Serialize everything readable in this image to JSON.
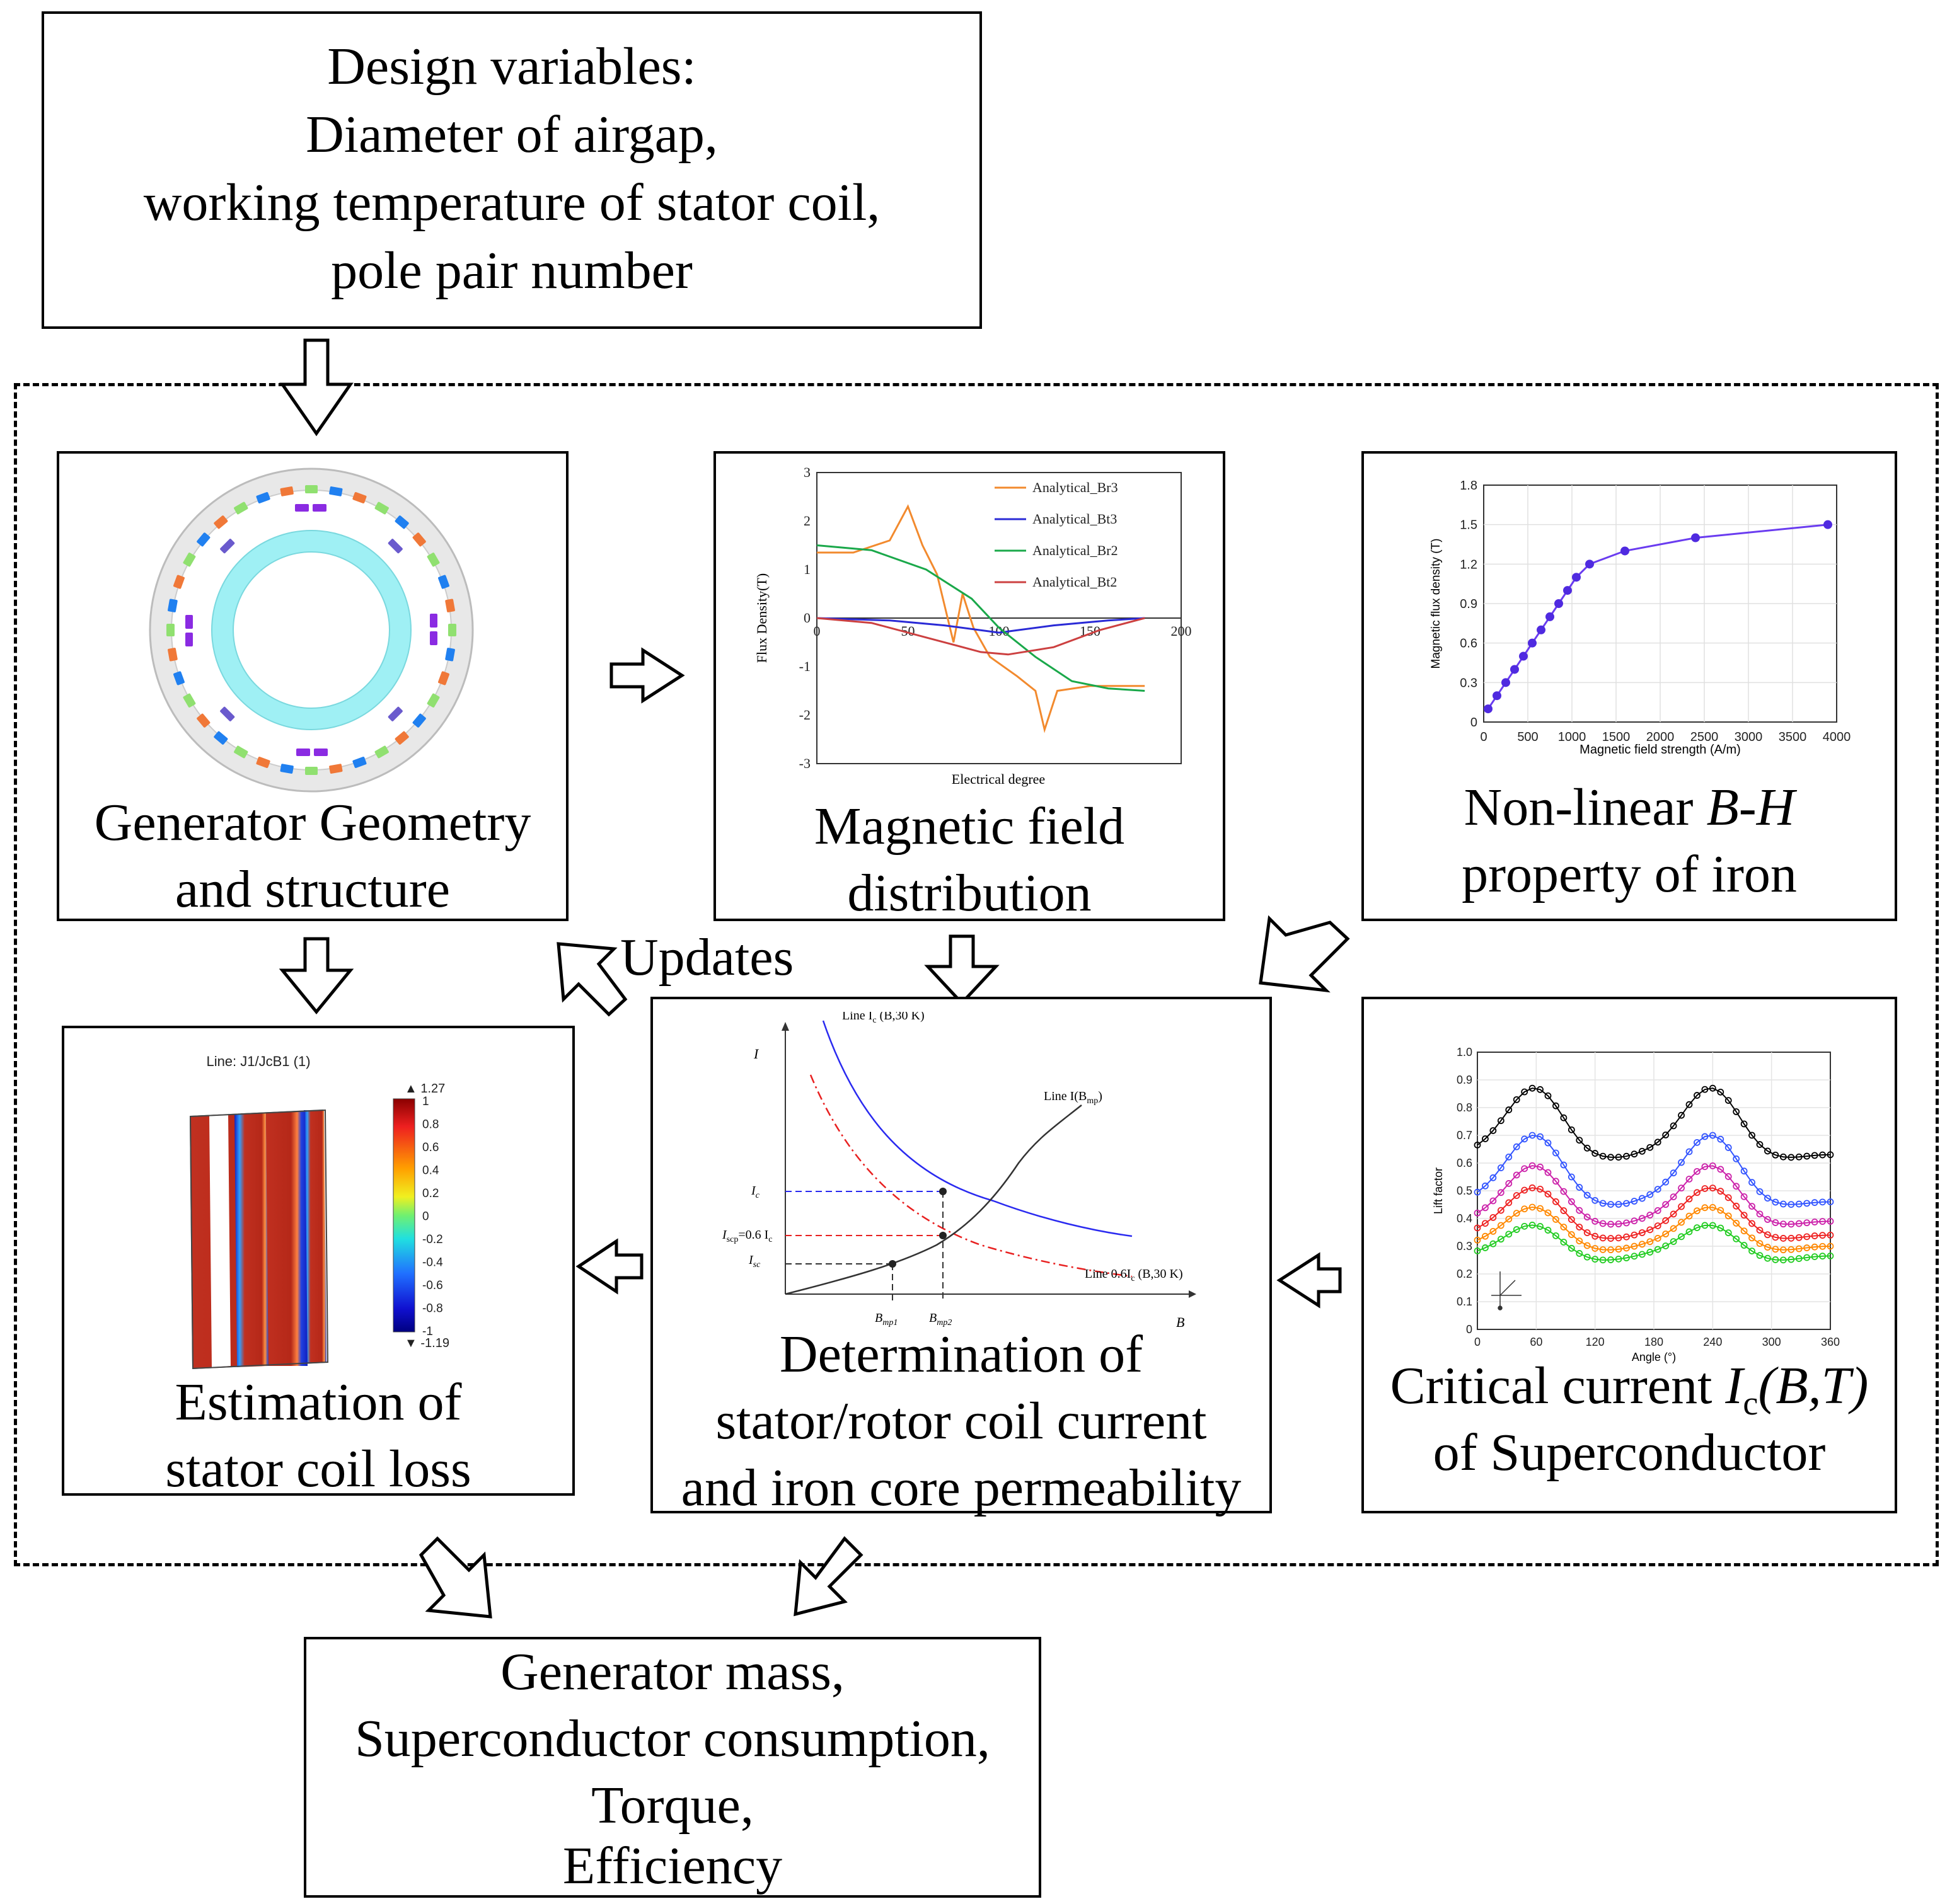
{
  "design_box": {
    "lines": [
      "Design variables:",
      "Diameter of airgap,",
      "working temperature of stator coil,",
      "pole pair number"
    ]
  },
  "geometry_box": {
    "lines": [
      "Generator Geometry",
      "and structure"
    ]
  },
  "magnetic_box": {
    "lines": [
      "Magnetic field",
      "distribution"
    ],
    "chart": {
      "ylabel": "Flux Density(T)",
      "xlabel": "Electrical degree",
      "yticks": [
        "3",
        "2",
        "1",
        "0",
        "-1",
        "-2",
        "-3"
      ],
      "xticks": [
        "0",
        "50",
        "100",
        "150",
        "200"
      ],
      "legend": [
        "Analytical_Br3",
        "Analytical_Bt3",
        "Analytical_Br2",
        "Analytical_Bt2"
      ],
      "colors": [
        "#f28a2e",
        "#2a2ad6",
        "#1aa84a",
        "#cc4040"
      ]
    }
  },
  "bh_box": {
    "line1_prefix": "Non-linear ",
    "line1_italic": "B-H",
    "line2": "property of iron",
    "chart": {
      "ylabel": "Magnetic flux density (T)",
      "xlabel": "Magnetic field strength (A/m)",
      "yticks": [
        "1.8",
        "1.5",
        "1.2",
        "0.9",
        "0.6",
        "0.3",
        "0"
      ],
      "xticks": [
        "0",
        "500",
        "1000",
        "1500",
        "2000",
        "2500",
        "3000",
        "3500",
        "4000"
      ]
    }
  },
  "loss_box": {
    "lines": [
      "Estimation of",
      "stator coil loss"
    ],
    "plot": {
      "title": "Line: J1/JcB1 (1)",
      "max_label": "▲ 1.27",
      "min_label": "▼ -1.19",
      "scale": [
        "1",
        "0.8",
        "0.6",
        "0.4",
        "0.2",
        "0",
        "-0.2",
        "-0.4",
        "-0.6",
        "-0.8",
        "-1"
      ]
    }
  },
  "determination_box": {
    "lines": [
      "Determination of",
      "stator/rotor coil current",
      "and iron core permeability"
    ],
    "chart": {
      "yaxis": "I",
      "xaxis": "B",
      "line_ic": "Line I",
      "line_ic_sub": "c",
      "line_ic_arg": " (B,30 K)",
      "line_ib": "Line I(B",
      "line_ib_sub": "mp",
      "line_06": "Line 0.6I",
      "line_06_sub": "c",
      "line_06_arg": " (B,30 K)",
      "ic": "I",
      "ic_sub": "c",
      "iscp": "I",
      "iscp_sub": "scp",
      "iscp_rhs": "=0.6 I",
      "iscp_rhs_sub": "c",
      "isc": "I",
      "isc_sub": "sc",
      "bmp1": "B",
      "bmp1_sub": "mp1",
      "bmp2": "B",
      "bmp2_sub": "mp2"
    }
  },
  "critical_box": {
    "line1_prefix": "Critical current ",
    "line1_math": "I",
    "line1_sub": "c",
    "line1_args": "(B,T)",
    "line2": "of Superconductor",
    "chart": {
      "ylabel": "Lift factor",
      "xlabel": "Angle (°)",
      "yticks": [
        "1.0",
        "0.9",
        "0.8",
        "0.7",
        "0.6",
        "0.5",
        "0.4",
        "0.3",
        "0.2",
        "0.1",
        "0"
      ],
      "xticks": [
        "0",
        "60",
        "120",
        "180",
        "240",
        "300",
        "360"
      ],
      "colors": [
        "#000000",
        "#3355ff",
        "#cc22aa",
        "#ee2222",
        "#ff8800",
        "#22cc22"
      ]
    }
  },
  "updates_label": "Updates",
  "output_box": {
    "lines": [
      "Generator mass,",
      "Superconductor consumption,",
      "Torque,",
      "Efficiency"
    ]
  }
}
